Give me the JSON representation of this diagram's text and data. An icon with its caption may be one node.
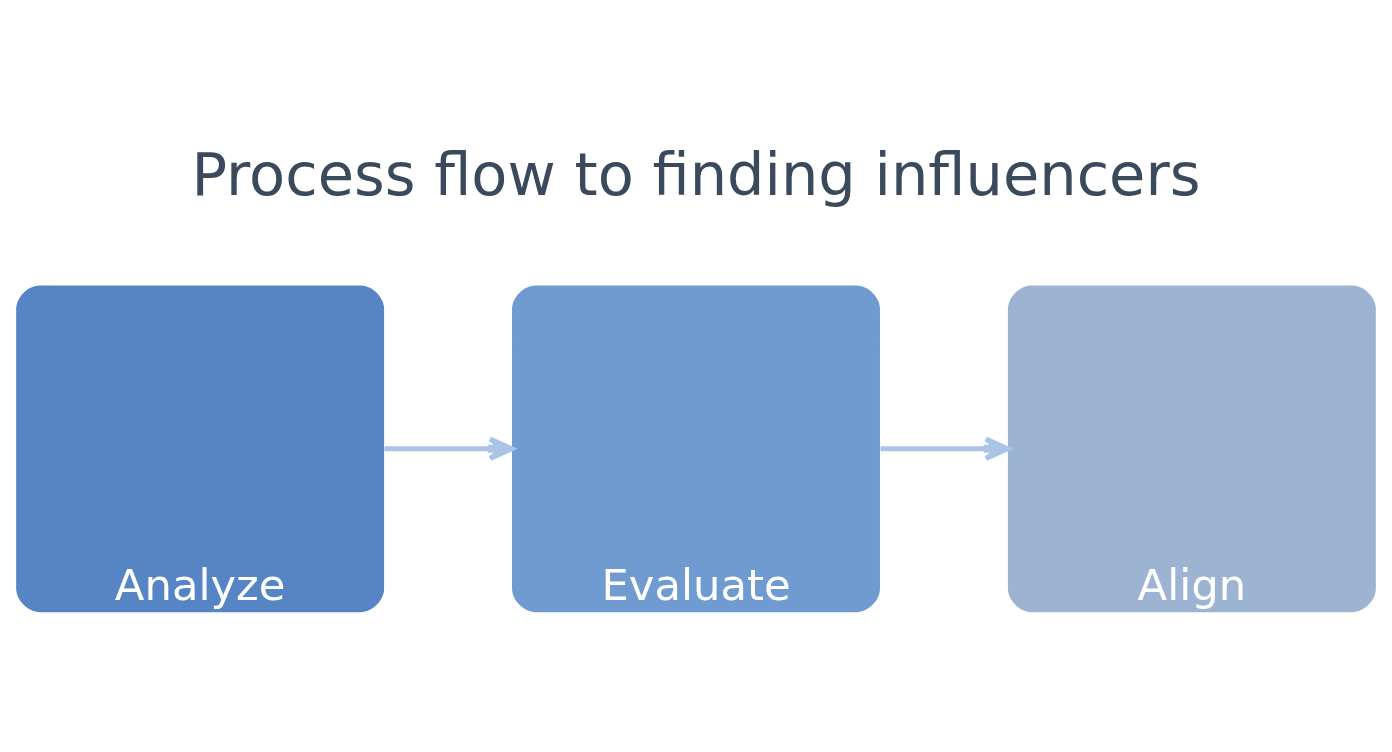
{
  "diagram": {
    "title": "Process flow to finding influencers",
    "nodes": [
      {
        "text": [
          "Analyze"
        ]
      },
      {
        "text": [
          "Evaluate"
        ]
      },
      {
        "text": [
          "Align"
        ]
      }
    ],
    "edges": [
      {
        "from": 0,
        "to": 1,
        "arrow": "to"
      },
      {
        "from": 1,
        "to": 2,
        "arrow": "to"
      }
    ]
  }
}
